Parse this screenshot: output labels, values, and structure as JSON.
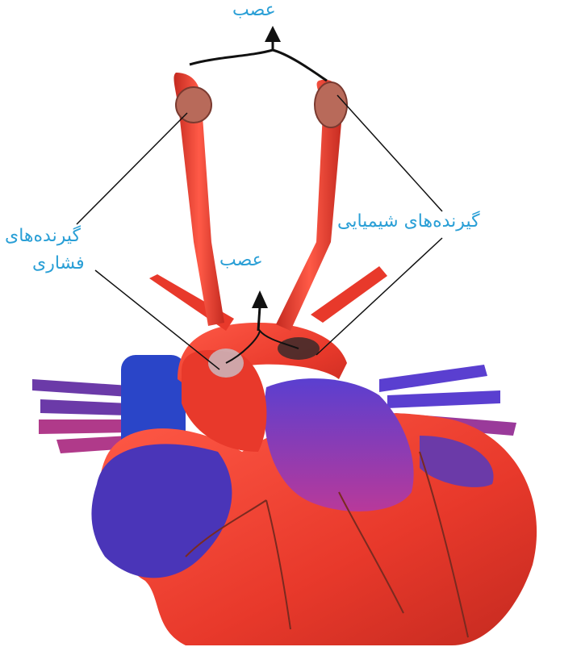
{
  "labels": {
    "nerve_top": "عصب",
    "nerve_mid": "عصب",
    "chemoreceptors": "گیرنده‌های شیمیایی",
    "baroreceptors_line1": "گیرنده‌های",
    "baroreceptors_line2": "فشاری"
  },
  "colors": {
    "artery_red": "#e8392b",
    "vein_blue": "#2a45c8",
    "purple": "#6b3aa8",
    "label_blue": "#2a9fd6",
    "line": "#111111"
  }
}
